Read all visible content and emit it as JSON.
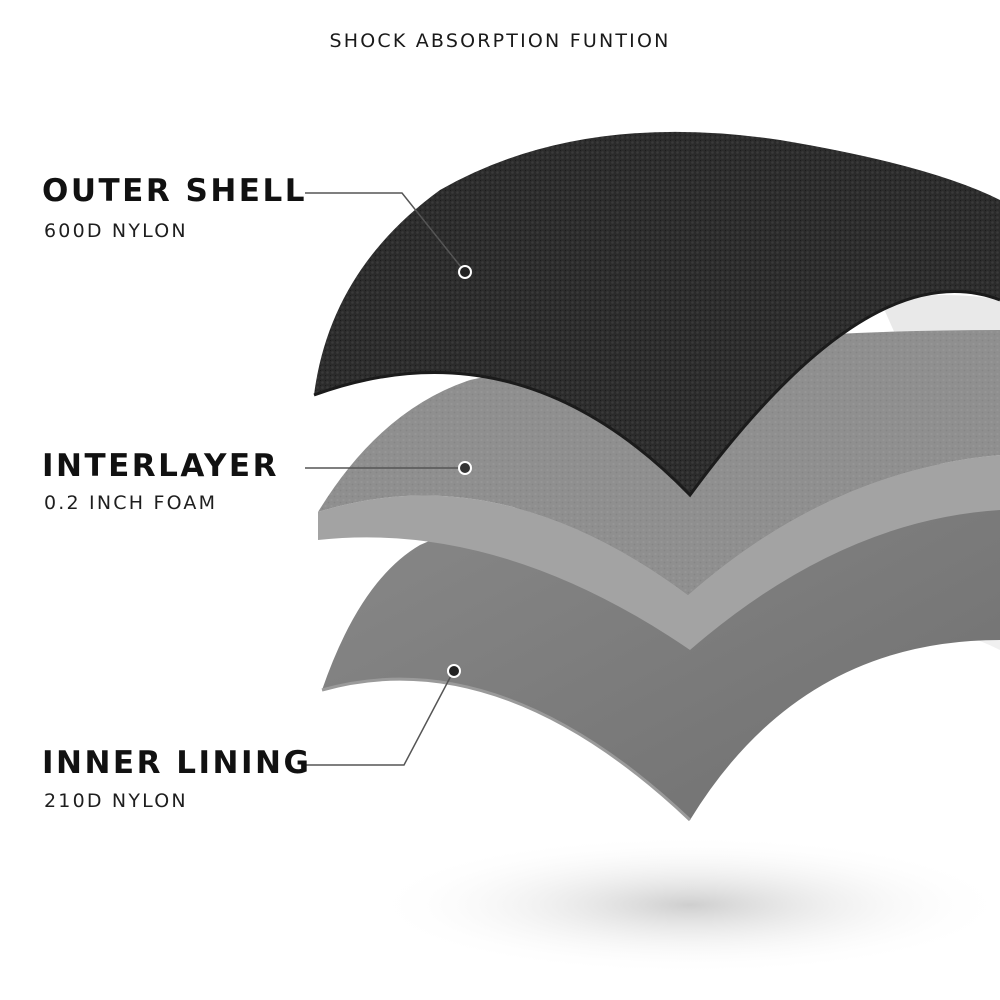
{
  "heading": "SHOCK ABSORPTION FUNTION",
  "layers": [
    {
      "title": "OUTER SHELL",
      "subtitle": "600D NYLON",
      "color": "#262626",
      "icon": "fabric-weave-layer"
    },
    {
      "title": "INTERLAYER",
      "subtitle": "0.2 INCH FOAM",
      "color": "#8c8c8c",
      "icon": "foam-layer"
    },
    {
      "title": "INNER LINING",
      "subtitle": "210D NYLON",
      "color": "#7d7d7d",
      "icon": "smooth-lining-layer"
    }
  ]
}
